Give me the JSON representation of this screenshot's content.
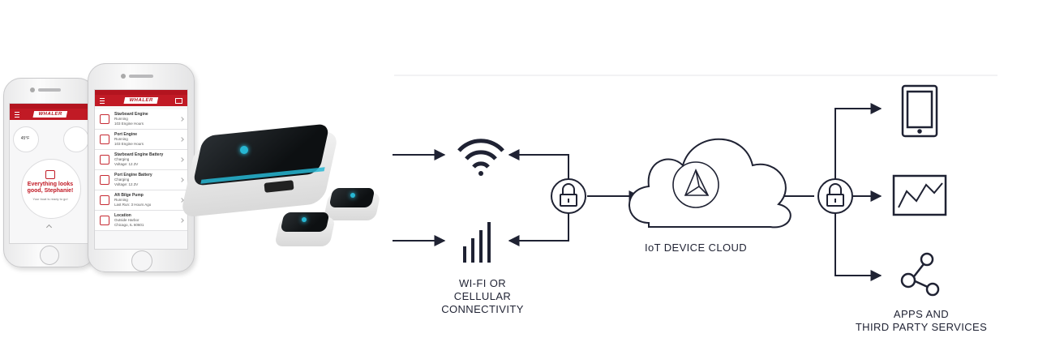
{
  "phone_left": {
    "temperature": "45°F",
    "message_line1": "Everything looks",
    "message_line2": "good, Stephanie!",
    "message_sub": "Your boat is ready to go!"
  },
  "phone_right": {
    "items": [
      {
        "title": "Starboard Engine",
        "line1": "Running",
        "line2": "103 Engine Hours"
      },
      {
        "title": "Port Engine",
        "line1": "Running",
        "line2": "103 Engine Hours"
      },
      {
        "title": "Starboard Engine Battery",
        "line1": "Charging",
        "line2": "Voltage: 12.3V"
      },
      {
        "title": "Port Engine Battery",
        "line1": "Charging",
        "line2": "Voltage: 12.3V"
      },
      {
        "title": "Aft Bilge Pump",
        "line1": "Running",
        "line2": "Last Run: 3 Hours Ago"
      },
      {
        "title": "Location",
        "line1": "Outside Harbor",
        "line2": "Chicago, IL 60601"
      }
    ]
  },
  "diagram": {
    "connectivity_label": [
      "WI-FI OR",
      "CELLULAR",
      "CONNECTIVITY"
    ],
    "cloud_label": "IoT DEVICE CLOUD",
    "services_label": [
      "APPS AND",
      "THIRD PARTY SERVICES"
    ]
  },
  "colors": {
    "ink": "#1f2233",
    "brand_red": "#c11a25",
    "hub_glow": "#27b7d3"
  },
  "icons": [
    "padlock-icon",
    "wifi-icon",
    "cellular-bars-icon",
    "cloud-icon",
    "tablet-icon",
    "line-chart-icon",
    "share-network-icon"
  ]
}
